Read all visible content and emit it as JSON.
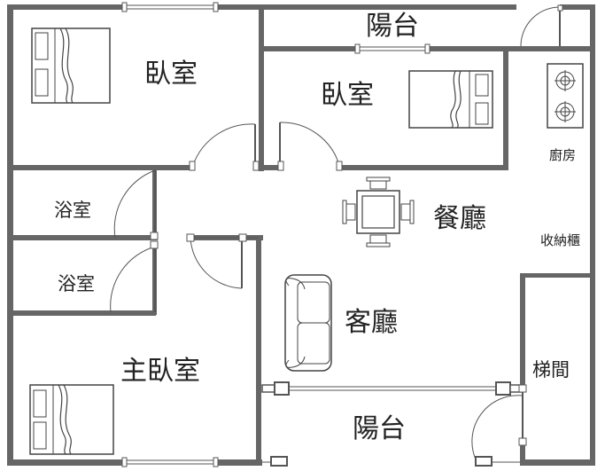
{
  "rooms": {
    "bedroom_top_left": "臥室",
    "bedroom_top_mid": "臥室",
    "balcony_top": "陽台",
    "kitchen": "廚房",
    "bath_upper": "浴室",
    "bath_lower": "浴室",
    "dining": "餐廳",
    "storage": "收納櫃",
    "living": "客廳",
    "master_bedroom": "主臥室",
    "stairwell": "梯間",
    "balcony_bottom": "陽台"
  },
  "colors": {
    "wall": "#666666",
    "line": "#555555",
    "background": "#ffffff"
  }
}
